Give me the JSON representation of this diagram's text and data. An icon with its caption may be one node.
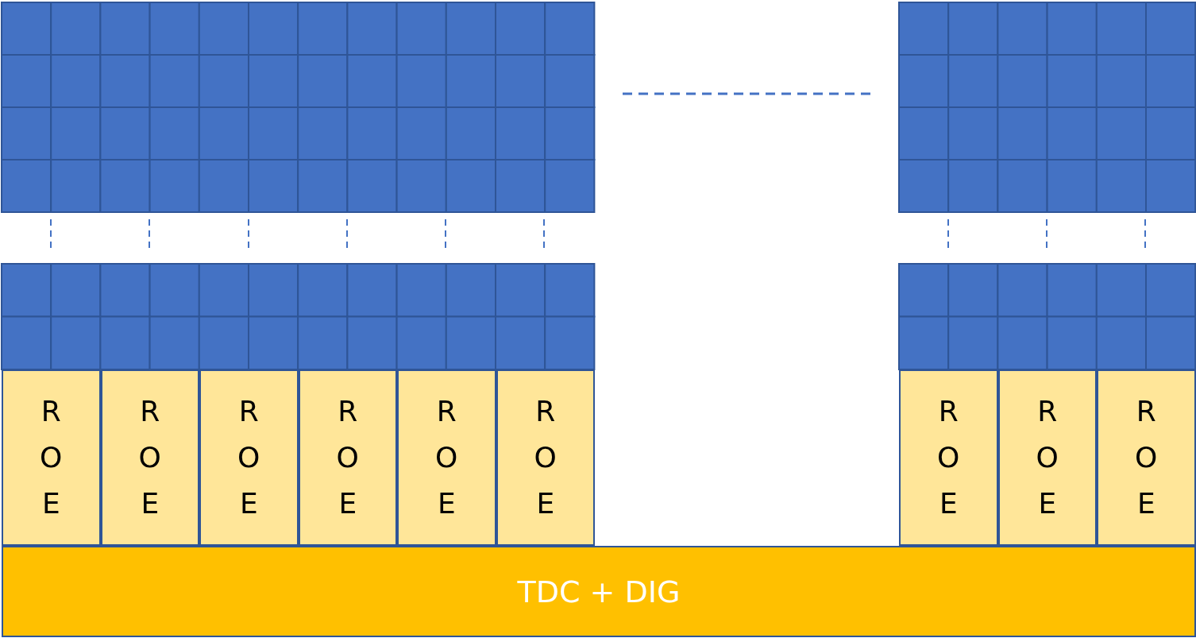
{
  "diagram": {
    "nodes": [
      {
        "text": [
          "R O E"
        ]
      },
      {
        "text": [
          "R O E"
        ]
      },
      {
        "text": [
          "R O E"
        ]
      },
      {
        "text": [
          "R O E"
        ]
      },
      {
        "text": [
          "R O E"
        ]
      },
      {
        "text": [
          "R O E"
        ]
      },
      {
        "text": [
          "R O E"
        ]
      },
      {
        "text": [
          "R O E"
        ]
      },
      {
        "text": [
          "R O E"
        ]
      },
      {
        "text": [
          "TDC + DIG"
        ]
      }
    ]
  }
}
